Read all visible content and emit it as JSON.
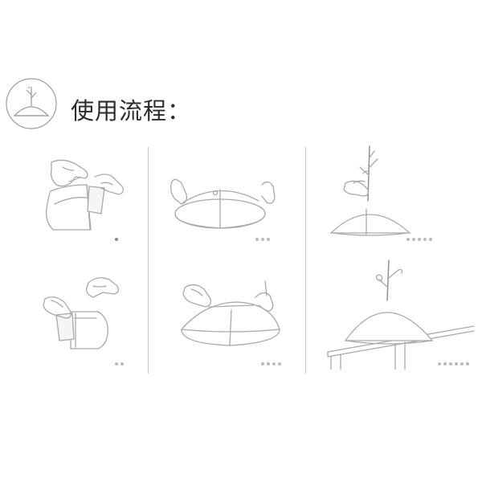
{
  "title": "使用流程：",
  "icons": {
    "logo": "tree-hanger-logo-icon"
  },
  "colors": {
    "line": "#a6aaa9",
    "dot": "#b9bcbb",
    "text": "#2b2b2b"
  },
  "steps": [
    {
      "id": 1,
      "illustration": "hands-opening-container-icon",
      "dots": 1
    },
    {
      "id": 2,
      "illustration": "round-tray-hands-icon",
      "dots": 3
    },
    {
      "id": 3,
      "illustration": "hand-inserting-tree-icon",
      "dots": 5
    },
    {
      "id": 4,
      "illustration": "hands-pulling-paper-icon",
      "dots": 2
    },
    {
      "id": 5,
      "illustration": "hands-lifting-dome-icon",
      "dots": 4
    },
    {
      "id": 6,
      "illustration": "tree-dome-on-table-icon",
      "dots": 6
    }
  ]
}
